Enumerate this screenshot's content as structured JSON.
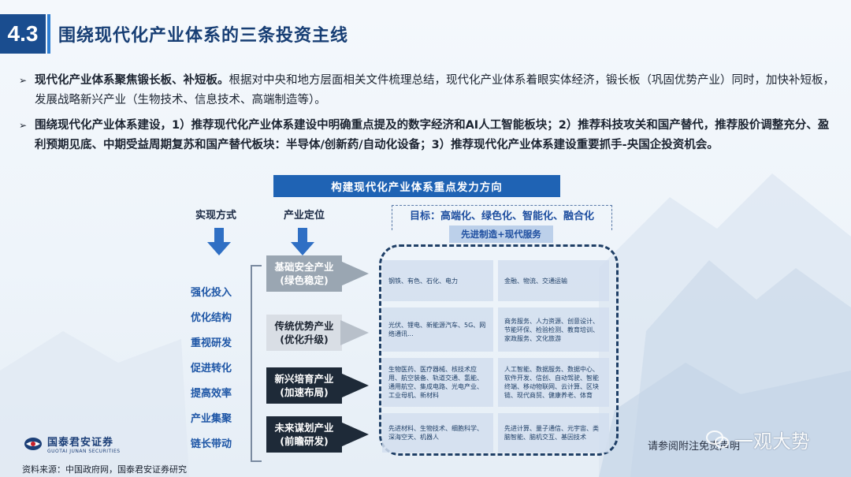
{
  "header": {
    "section_number": "4.3",
    "title": "围绕现代化产业体系的三条投资主线"
  },
  "bullets": [
    {
      "bold": "现代化产业体系聚焦锻长板、补短板。",
      "text": "根据对中央和地方层面相关文件梳理总结，现代化产业体系着眼实体经济，锻长板（巩固优势产业）同时，加快补短板，发展战略新兴产业（生物技术、信息技术、高端制造等）。"
    },
    {
      "bold": "围绕现代化产业体系建设，1）推荐现代化产业体系建设中明确重点提及的数字经济和AI人工智能板块；2）推荐科技攻关和国产替代，推荐股价调整充分、盈利预期见底、中期受益周期复苏和国产替代板块：半导体/创新药/自动化设备；3）推荐现代化产业体系建设重要抓手-央国企投资机会。",
      "text": ""
    }
  ],
  "diagram": {
    "banner": "构建现代化产业体系重点发力方向",
    "col_method": "实现方式",
    "col_position": "产业定位",
    "goal": "目标：高端化、绿色化、智能化、融合化",
    "goal_tag": "先进制造+现代服务",
    "methods": [
      "强化投入",
      "优化结构",
      "重视研发",
      "促进转化",
      "提高效率",
      "产业集聚",
      "链长带动"
    ],
    "categories": [
      {
        "name": "基础安全产业",
        "sub": "(绿色稳定)",
        "left": "钢铁、有色、石化、电力",
        "right": "金融、物流、交通运输"
      },
      {
        "name": "传统优势产业",
        "sub": "(优化升级)",
        "left": "光伏、锂电、新能源汽车、5G、网络通讯...",
        "right": "商务服务、人力资源、创意设计、节能环保、检验检测、教育培训、家政服务、文化旅游"
      },
      {
        "name": "新兴培育产业",
        "sub": "(加速布局)",
        "left": "生物医药、医疗器械、核技术应用、航空装备、轨道交通、氢能、通用航空、集成电路、光电产业、工业母机、新材料",
        "right": "人工智能、数据服务、数据中心、软件开发、信创、自动驾驶、智能终端、移动物联网、云计算、区块链、现代商贸、健康养老、体育"
      },
      {
        "name": "未来谋划产业",
        "sub": "(前瞻研发)",
        "left": "先进材料、生物技术、细胞科学、深海空天、机器人",
        "right": "先进计算、量子通信、元宇宙、类脑智能、脑机交互、基因技术"
      }
    ]
  },
  "footer": {
    "source": "资料来源：中国政府网，国泰君安证券研究",
    "logo_cn": "国泰君安证券",
    "logo_en": "GUOTAI JUNAN SECURITIES",
    "disclaimer": "请参阅附注免责声明",
    "watermark": "一观大势"
  }
}
